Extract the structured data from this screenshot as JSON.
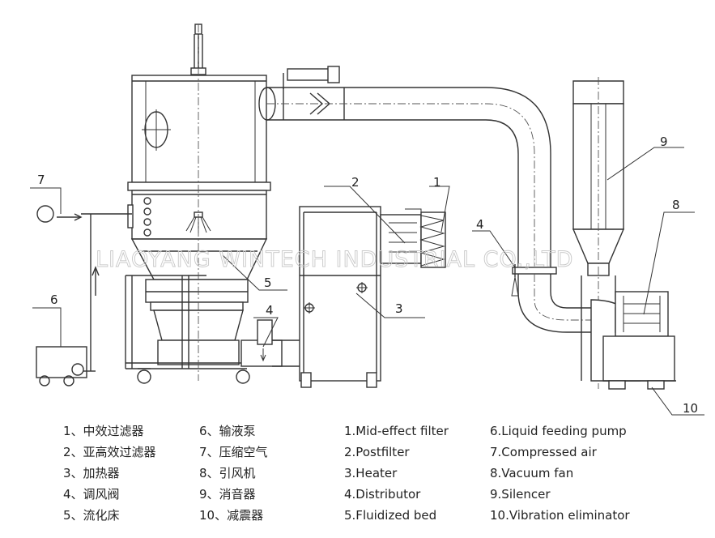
{
  "watermark": "LIAOYANG WINTECH INDUSTRIAL CO.,LTD",
  "callouts": [
    "1",
    "2",
    "3",
    "4",
    "4",
    "5",
    "6",
    "7",
    "8",
    "9",
    "10"
  ],
  "legend_cn_left": [
    "1、中效过滤器",
    "2、亚高效过滤器",
    "3、加热器",
    "4、调风阀",
    "5、流化床"
  ],
  "legend_cn_right": [
    "6、输液泵",
    "7、压缩空气",
    "8、引风机",
    "9、消音器",
    "10、减震器"
  ],
  "legend_en_left": [
    "1.Mid-effect filter",
    "2.Postfilter",
    "3.Heater",
    "4.Distributor",
    "5.Fluidized bed"
  ],
  "legend_en_right": [
    "6.Liquid feeding pump",
    "7.Compressed air",
    "8.Vacuum fan",
    "9.Silencer",
    "10.Vibration eliminator"
  ]
}
